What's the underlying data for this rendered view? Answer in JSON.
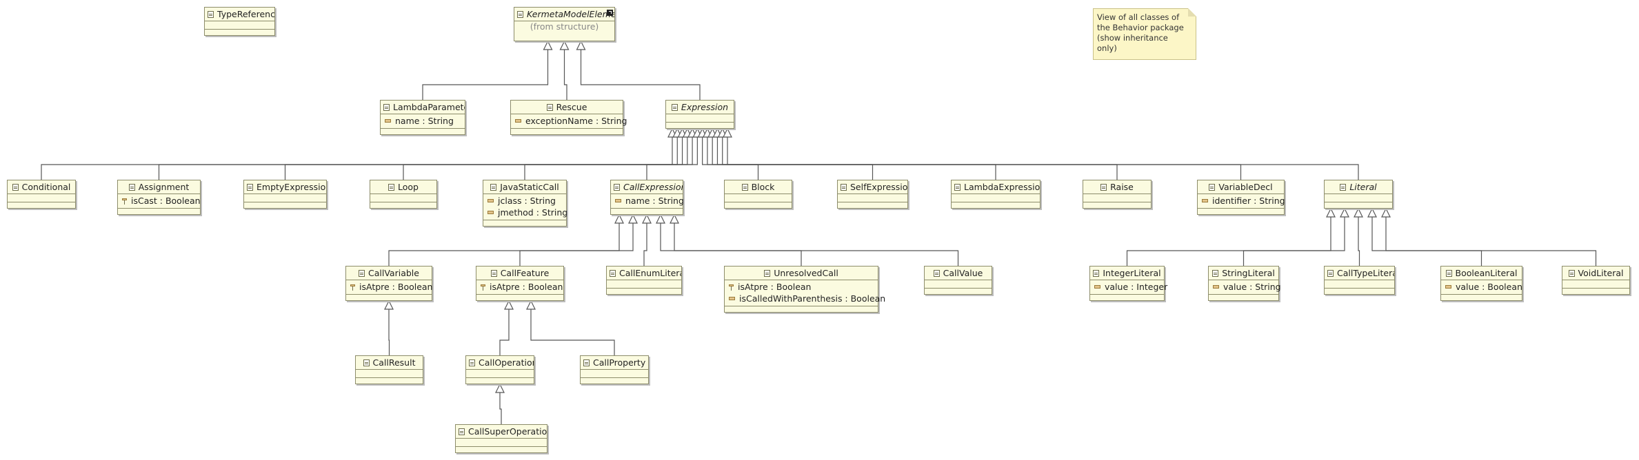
{
  "note": {
    "text": "View of all classes of the Behavior package (show inheritance only)"
  },
  "classes": {
    "type_reference": {
      "name": "TypeReference",
      "attrs": []
    },
    "kermeta_model_element": {
      "name": "KermetaModelEleme",
      "subtitle": "(from structure)"
    },
    "lambda_parameter": {
      "name": "LambdaParameter",
      "attrs": [
        "name : String"
      ]
    },
    "rescue": {
      "name": "Rescue",
      "attrs": [
        "exceptionName : String"
      ]
    },
    "expression": {
      "name": "Expression",
      "attrs": []
    },
    "conditional": {
      "name": "Conditional",
      "attrs": []
    },
    "assignment": {
      "name": "Assignment",
      "attrs": [
        "isCast : Boolean"
      ]
    },
    "empty_expression": {
      "name": "EmptyExpression",
      "attrs": []
    },
    "loop": {
      "name": "Loop",
      "attrs": []
    },
    "java_static_call": {
      "name": "JavaStaticCall",
      "attrs": [
        "jclass : String",
        "jmethod : String"
      ]
    },
    "call_expression": {
      "name": "CallExpression",
      "attrs": [
        "name : String"
      ]
    },
    "block": {
      "name": "Block",
      "attrs": []
    },
    "self_expression": {
      "name": "SelfExpression",
      "attrs": []
    },
    "lambda_expression": {
      "name": "LambdaExpression",
      "attrs": []
    },
    "raise": {
      "name": "Raise",
      "attrs": []
    },
    "variable_decl": {
      "name": "VariableDecl",
      "attrs": [
        "identifier : String"
      ]
    },
    "literal": {
      "name": "Literal",
      "attrs": []
    },
    "call_variable": {
      "name": "CallVariable",
      "attrs": [
        "isAtpre : Boolean"
      ]
    },
    "call_feature": {
      "name": "CallFeature",
      "attrs": [
        "isAtpre : Boolean"
      ]
    },
    "call_enum_literal": {
      "name": "CallEnumLiteral",
      "attrs": []
    },
    "unresolved_call": {
      "name": "UnresolvedCall",
      "attrs": [
        "isAtpre : Boolean",
        "isCalledWithParenthesis : Boolean"
      ]
    },
    "call_value": {
      "name": "CallValue",
      "attrs": []
    },
    "integer_literal": {
      "name": "IntegerLiteral",
      "attrs": [
        "value : Integer"
      ]
    },
    "string_literal": {
      "name": "StringLiteral",
      "attrs": [
        "value : String"
      ]
    },
    "call_type_literal": {
      "name": "CallTypeLiteral",
      "attrs": []
    },
    "boolean_literal": {
      "name": "BooleanLiteral",
      "attrs": [
        "value : Boolean"
      ]
    },
    "void_literal": {
      "name": "VoidLiteral",
      "attrs": []
    },
    "call_result": {
      "name": "CallResult",
      "attrs": []
    },
    "call_operation": {
      "name": "CallOperation",
      "attrs": []
    },
    "call_property": {
      "name": "CallProperty",
      "attrs": []
    },
    "call_super_operation": {
      "name": "CallSuperOperation",
      "attrs": []
    }
  },
  "inheritance": [
    {
      "child": "lambda_parameter",
      "parent": "kermeta_model_element"
    },
    {
      "child": "rescue",
      "parent": "kermeta_model_element"
    },
    {
      "child": "expression",
      "parent": "kermeta_model_element"
    },
    {
      "child": "conditional",
      "parent": "expression"
    },
    {
      "child": "assignment",
      "parent": "expression"
    },
    {
      "child": "empty_expression",
      "parent": "expression"
    },
    {
      "child": "loop",
      "parent": "expression"
    },
    {
      "child": "java_static_call",
      "parent": "expression"
    },
    {
      "child": "call_expression",
      "parent": "expression"
    },
    {
      "child": "block",
      "parent": "expression"
    },
    {
      "child": "self_expression",
      "parent": "expression"
    },
    {
      "child": "lambda_expression",
      "parent": "expression"
    },
    {
      "child": "raise",
      "parent": "expression"
    },
    {
      "child": "variable_decl",
      "parent": "expression"
    },
    {
      "child": "literal",
      "parent": "expression"
    },
    {
      "child": "call_variable",
      "parent": "call_expression"
    },
    {
      "child": "call_feature",
      "parent": "call_expression"
    },
    {
      "child": "call_enum_literal",
      "parent": "call_expression"
    },
    {
      "child": "unresolved_call",
      "parent": "call_expression"
    },
    {
      "child": "call_value",
      "parent": "call_expression"
    },
    {
      "child": "integer_literal",
      "parent": "literal"
    },
    {
      "child": "string_literal",
      "parent": "literal"
    },
    {
      "child": "call_type_literal",
      "parent": "literal"
    },
    {
      "child": "boolean_literal",
      "parent": "literal"
    },
    {
      "child": "void_literal",
      "parent": "literal"
    },
    {
      "child": "call_result",
      "parent": "call_variable"
    },
    {
      "child": "call_operation",
      "parent": "call_feature"
    },
    {
      "child": "call_property",
      "parent": "call_feature"
    },
    {
      "child": "call_super_operation",
      "parent": "call_operation"
    }
  ]
}
